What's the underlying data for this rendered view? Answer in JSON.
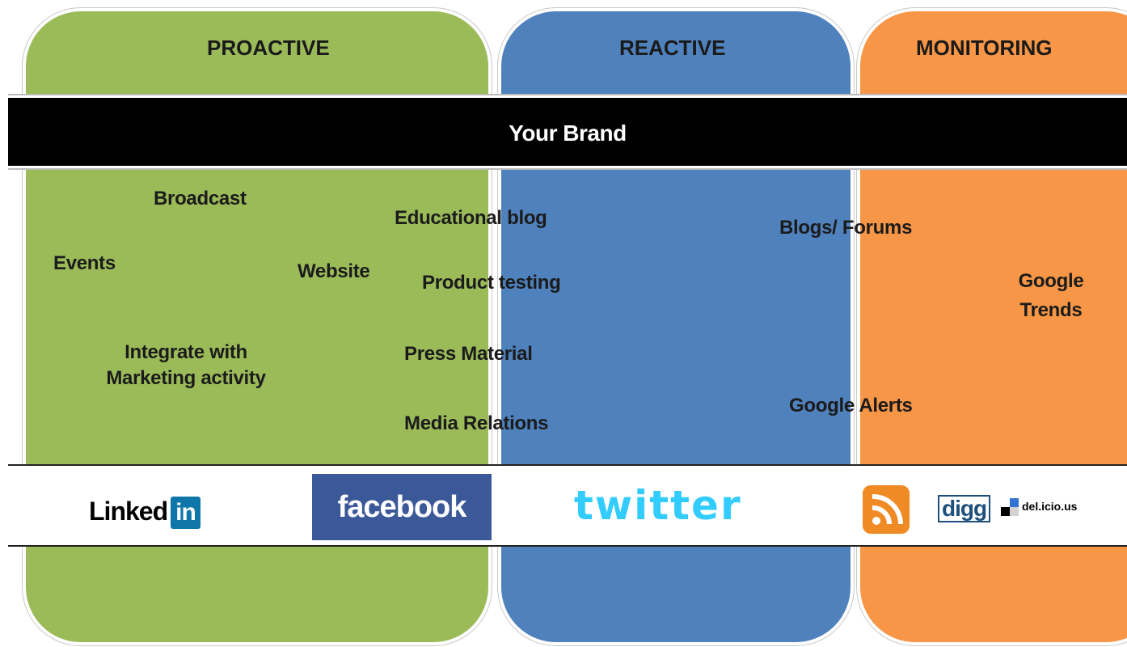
{
  "columns": {
    "proactive": "PROACTIVE",
    "reactive": "REACTIVE",
    "monitoring": "MONITORING"
  },
  "brand": "Your Brand",
  "items": {
    "broadcast": "Broadcast",
    "events": "Events",
    "website": "Website",
    "integrate_line1": "Integrate with",
    "integrate_line2": "Marketing activity",
    "educational_blog": "Educational blog",
    "product_testing": "Product testing",
    "press_material": "Press Material",
    "media_relations": "Media Relations",
    "blogs_forums": "Blogs/ Forums",
    "google_trends_line1": "Google",
    "google_trends_line2": "Trends",
    "google_alerts": "Google Alerts"
  },
  "logos": {
    "linkedin_word": "Linked",
    "linkedin_in": "in",
    "facebook": "facebook",
    "twitter": "twitter",
    "rss": "rss-icon",
    "digg": "digg",
    "delicious": "del.icio.us"
  },
  "colors": {
    "proactive": "#9bbb59",
    "reactive": "#4f81bd",
    "monitoring": "#f79646",
    "brand_bar": "#000000"
  }
}
